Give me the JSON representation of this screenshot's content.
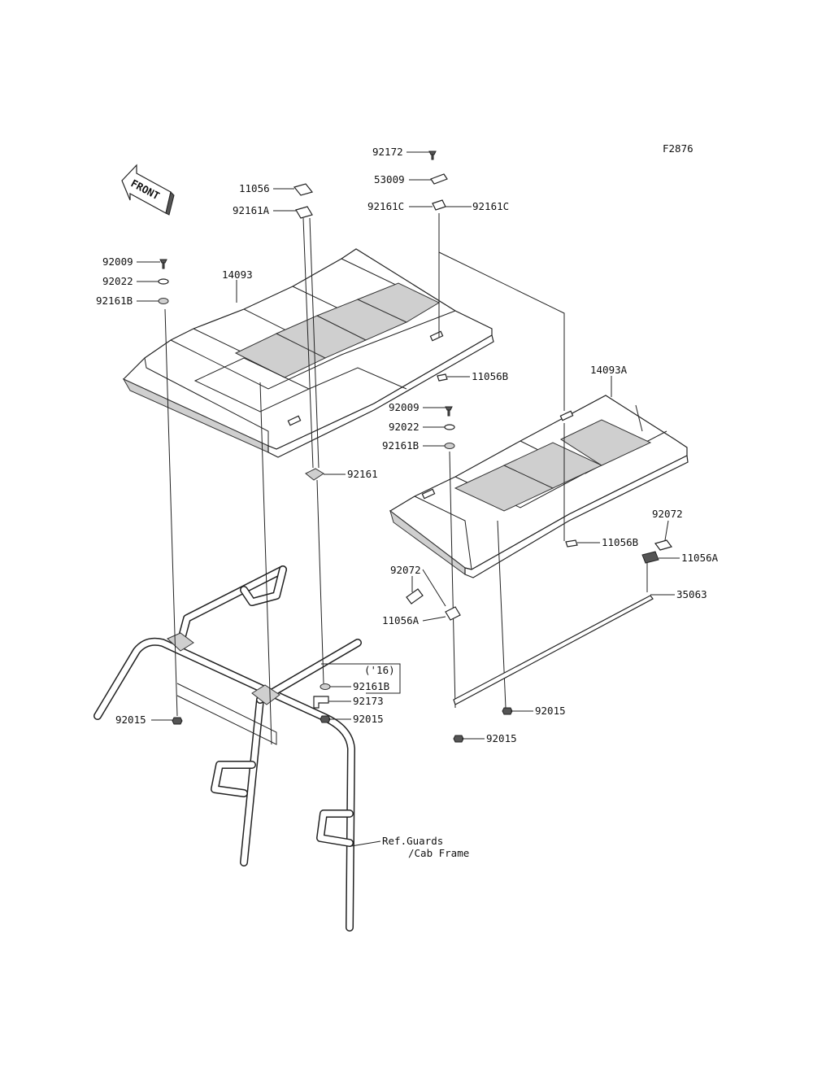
{
  "figure_code": "F2876",
  "front_marker": "FRONT",
  "labels": {
    "p92172": "92172",
    "p53009": "53009",
    "p92161C_left": "92161C",
    "p92161C_right": "92161C",
    "p11056": "11056",
    "p92161A": "92161A",
    "p92009_left": "92009",
    "p92022_left": "92022",
    "p92161B_left": "92161B",
    "p14093": "14093",
    "p11056B_upper": "11056B",
    "p92009_mid": "92009",
    "p92022_mid": "92022",
    "p92161B_mid": "92161B",
    "p92161": "92161",
    "p14093A": "14093A",
    "p92072_right": "92072",
    "p11056B_lower": "11056B",
    "p11056A_right": "11056A",
    "p92072_left": "92072",
    "p11056A_left": "11056A",
    "p35063": "35063",
    "year_16": "('16)",
    "p92161B_box": "92161B",
    "p92173": "92173",
    "p92015_box": "92015",
    "p92015_left": "92015",
    "p92015_mid": "92015",
    "p92015_bottom": "92015",
    "ref_line1": "Ref.Guards",
    "ref_line2": "/Cab Frame"
  }
}
